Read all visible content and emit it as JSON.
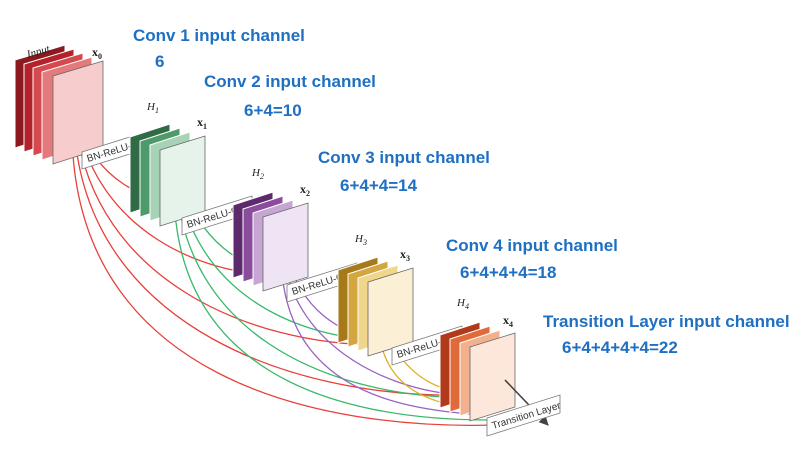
{
  "annotations": {
    "conv1_title": "Conv 1 input channel",
    "conv1_value": "6",
    "conv2_title": "Conv 2 input channel",
    "conv2_value": "6+4=10",
    "conv3_title": "Conv 3 input channel",
    "conv3_value": "6+4+4=14",
    "conv4_title": "Conv 4 input channel",
    "conv4_value": "6+4+4+4=18",
    "transition_title": "Transition Layer input channel",
    "transition_value": "6+4+4+4+4=22"
  },
  "diagram": {
    "input_label": "Input",
    "x0": "x",
    "x0_sub": "0",
    "h1": "H",
    "h1_sub": "1",
    "x1": "x",
    "x1_sub": "1",
    "h2": "H",
    "h2_sub": "2",
    "x2": "x",
    "x2_sub": "2",
    "h3": "H",
    "h3_sub": "3",
    "x3": "x",
    "x3_sub": "3",
    "h4": "H",
    "h4_sub": "4",
    "x4": "x",
    "x4_sub": "4",
    "bn_relu_conv": "BN-ReLU-Conv",
    "transition_layer": "Transition Layer"
  },
  "colors": {
    "annotation_text": "#1f6fc2",
    "input_block": "#c0272d",
    "x1_block": "#3d8a5a",
    "x2_block": "#7a3a8c",
    "x3_block": "#c99a2a",
    "x4_block": "#d4502a",
    "link_red": "#e8403a",
    "link_green": "#39b86a",
    "link_purple": "#9a62c2",
    "link_yellow": "#e0b020"
  }
}
